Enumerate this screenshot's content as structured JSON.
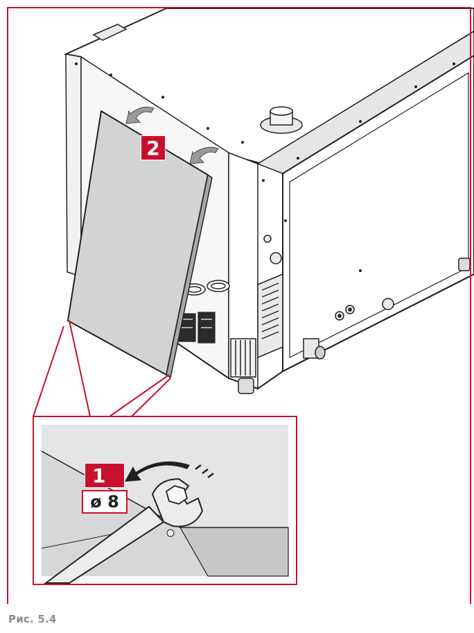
{
  "figure": {
    "caption": "Рис. 5.4",
    "step_1_label": "1",
    "step_2_label": "2",
    "wrench_size_label": "ø 8"
  },
  "colors": {
    "accent_red": "#c8102e",
    "line_dark": "#231f20",
    "panel_gray": "#d2d3d5",
    "caption_gray": "#8a8c8f"
  }
}
